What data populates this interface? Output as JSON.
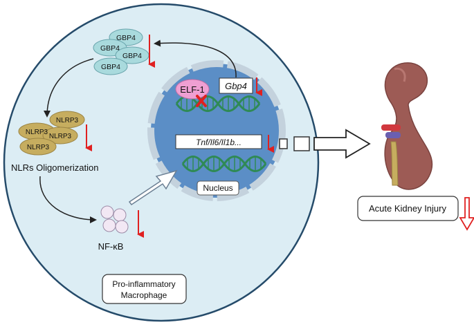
{
  "cell": {
    "name": "Pro-inflammatory Macrophage",
    "label_line1": "Pro-inflammatory",
    "label_line2": "Macrophage"
  },
  "nucleus": {
    "label": "Nucleus",
    "elf1": "ELF-1",
    "gbp4_gene": "Gbp4",
    "cytokine_genes": "Tnf/Il6/Il1b..."
  },
  "gbp4": {
    "labels": [
      "GBP4",
      "GBP4",
      "GBP4",
      "GBP4"
    ]
  },
  "nlrp3": {
    "labels": [
      "NLRP3",
      "NLRP3",
      "NLRP3"
    ],
    "caption": "NLRs Oligomerization"
  },
  "nfkb": {
    "label": "NF-κB"
  },
  "outcome": {
    "label": "Acute Kidney Injury"
  },
  "colors": {
    "cell_fill": "#dcedf4",
    "cell_border": "#254b6a",
    "nucleus_fill": "#5b8ec6",
    "gbp4_fill": "#a9dadd",
    "nlrp3_fill": "#c6ad5f",
    "nfkb_fill": "#f2e8f4",
    "elf1_fill": "#ef9fd2",
    "dna": "#2f8a55",
    "down_arrow": "#e02020",
    "kidney": "#9d5b55"
  }
}
